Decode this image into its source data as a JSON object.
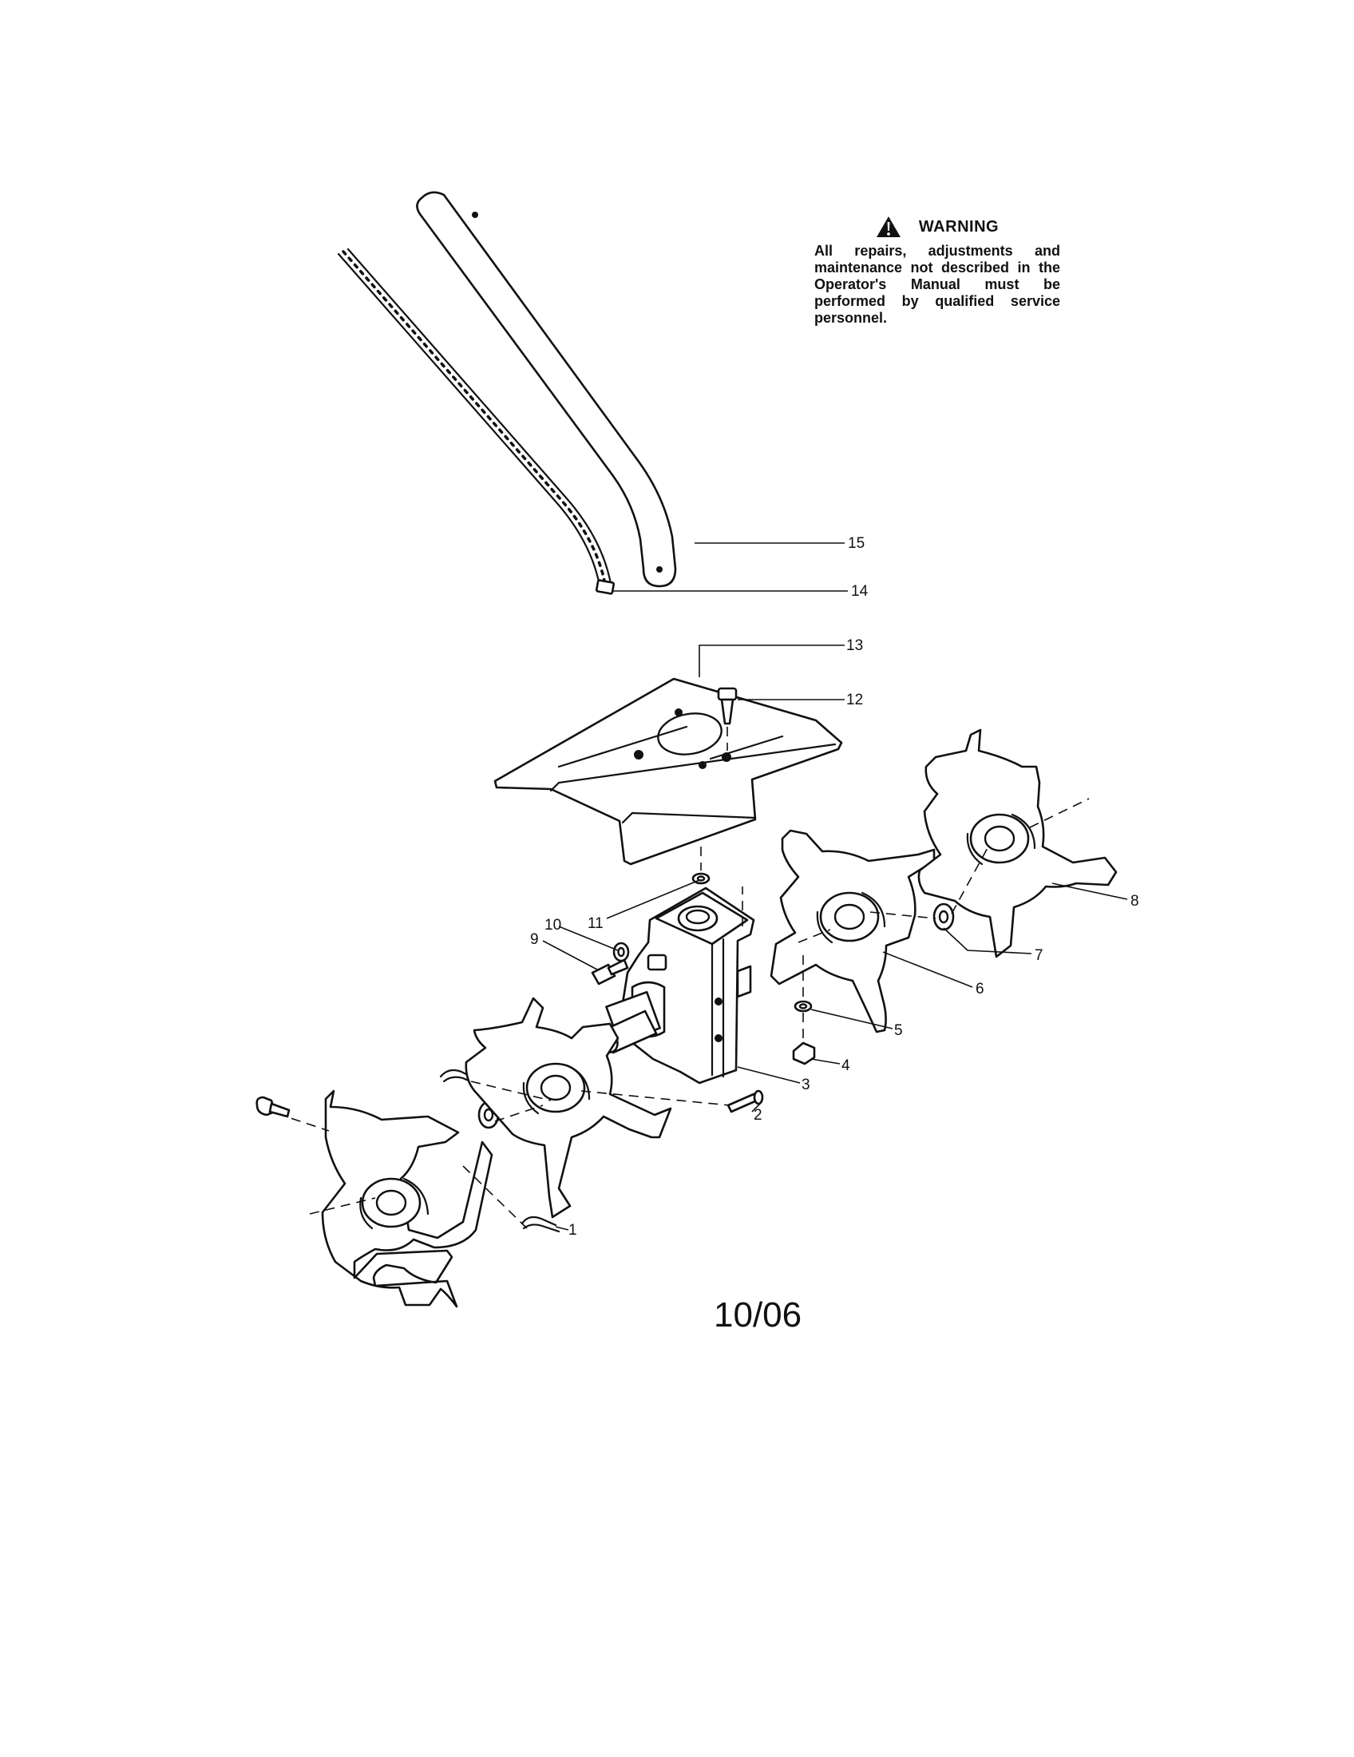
{
  "warning": {
    "title": "WARNING",
    "text": "All repairs, adjustments and maintenance not described in the Operator's Manual must be performed by qualified service personnel."
  },
  "callouts": [
    {
      "id": "callout-1",
      "label": "1"
    },
    {
      "id": "callout-2",
      "label": "2"
    },
    {
      "id": "callout-3",
      "label": "3"
    },
    {
      "id": "callout-4",
      "label": "4"
    },
    {
      "id": "callout-5",
      "label": "5"
    },
    {
      "id": "callout-6",
      "label": "6"
    },
    {
      "id": "callout-7",
      "label": "7"
    },
    {
      "id": "callout-8",
      "label": "8"
    },
    {
      "id": "callout-9",
      "label": "9"
    },
    {
      "id": "callout-10",
      "label": "10"
    },
    {
      "id": "callout-11",
      "label": "11"
    },
    {
      "id": "callout-12",
      "label": "12"
    },
    {
      "id": "callout-13",
      "label": "13"
    },
    {
      "id": "callout-14",
      "label": "14"
    },
    {
      "id": "callout-15",
      "label": "15"
    }
  ],
  "footer": {
    "date": "10/06"
  }
}
